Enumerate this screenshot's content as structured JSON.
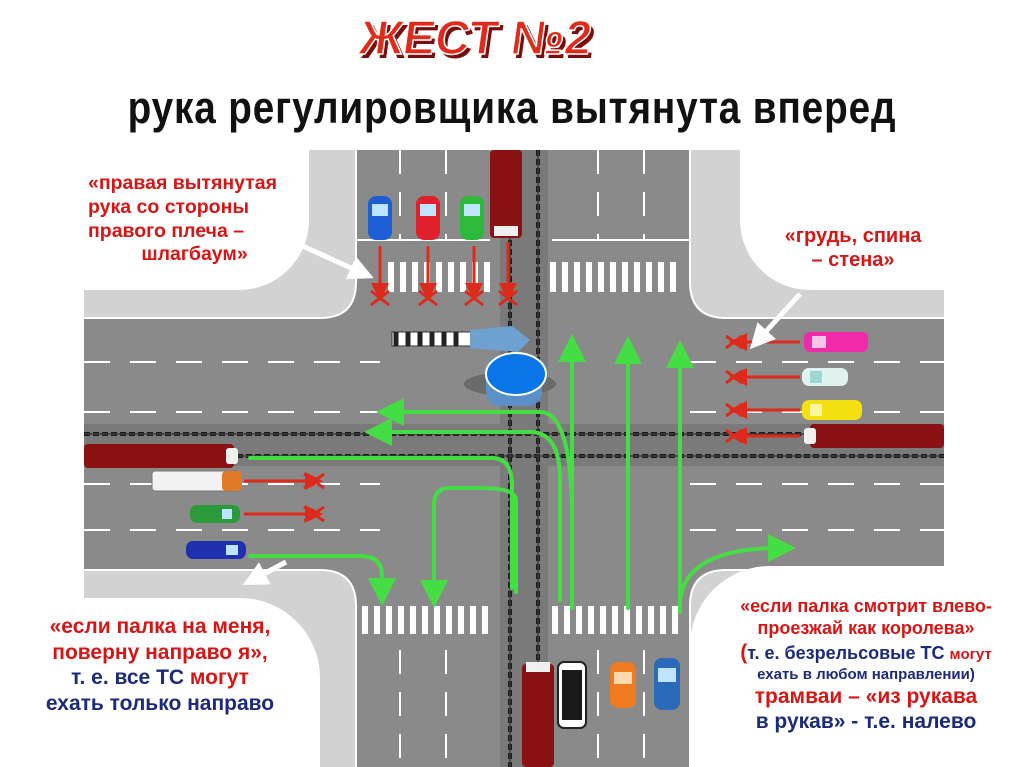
{
  "header": {
    "title": "ЖЕСТ №2",
    "subtitle": "рука регулировщика вытянута вперед"
  },
  "notes": {
    "top_left": [
      "«правая вытянутая",
      "рука со стороны",
      "правого плеча –",
      "шлагбаум»"
    ],
    "top_right": [
      "«грудь, спина",
      "– стена»"
    ],
    "bottom_left": {
      "line1": "«если палка на меня,",
      "line2": "поверну направо я»,",
      "line3_start": "т. е. все ТС ",
      "line3_end": "могут",
      "line4": "ехать только направо"
    },
    "bottom_right": {
      "line1": "«если палка смотрит влево-",
      "line2": "проезжай как королева»",
      "line3_bracket": "(",
      "line3_start": "т. е. безрельсовые ТС ",
      "line3_small": "могут",
      "line4": "ехать в любом направлении)",
      "line5": "трамваи – «из рукава",
      "line6_start": "в рукав» - ",
      "line6_end": "т.е. налево"
    }
  },
  "colors": {
    "road": "#8a8a8a",
    "sidewalk": "#cfcfcf",
    "allowed_arrow": "#44dd44",
    "forbidden_arrow": "#dd2a1a",
    "tram": "#8b1212",
    "text_red": "#d81515",
    "text_blue": "#1b2a7a"
  },
  "icons": {
    "officer": "traffic-officer-icon",
    "barrier": "arm-barrier-icon",
    "forbidden": "cross-icon"
  }
}
